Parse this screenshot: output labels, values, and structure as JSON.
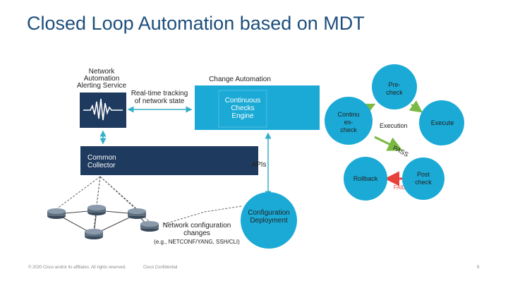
{
  "title": "Closed Loop Automation based on MDT",
  "alerting": {
    "l1": "Network",
    "l2": "Automation",
    "l3": "Alerting Service"
  },
  "realtime": {
    "l1": "Real-time tracking",
    "l2": "of network state"
  },
  "change_automation": "Change Automation",
  "checks_engine": {
    "l1": "Continuous",
    "l2": "Checks",
    "l3": "Engine"
  },
  "collector": {
    "l1": "Common",
    "l2": "Collector"
  },
  "apis": "APIs",
  "config_deploy": {
    "l1": "Configuration",
    "l2": "Deployment"
  },
  "net_config": {
    "l1": "Network configuration",
    "l2": "changes",
    "l3": "(e.g., NETCONF/YANG, SSH/CLI)"
  },
  "cycle": {
    "precheck": {
      "l1": "Pre-",
      "l2": "check"
    },
    "continuous_check": {
      "l1": "Continu",
      "l2": "es-",
      "l3": "check"
    },
    "execution": "Execution",
    "execute": "Execute",
    "pass": "PASS",
    "rollback": "Rollback",
    "fail": "FAIL",
    "postcheck": {
      "l1": "Post",
      "l2": "check"
    }
  },
  "footer": {
    "copyright": "© 2020 Cisco and/or its affiliates. All rights reserved.",
    "confidential": "Cisco Confidential",
    "page": "9"
  },
  "colors": {
    "blue": "#1baad6",
    "navy": "#1e3a5f",
    "green": "#7ab943",
    "red": "#e8413c",
    "arrow": "#34b0c9"
  }
}
